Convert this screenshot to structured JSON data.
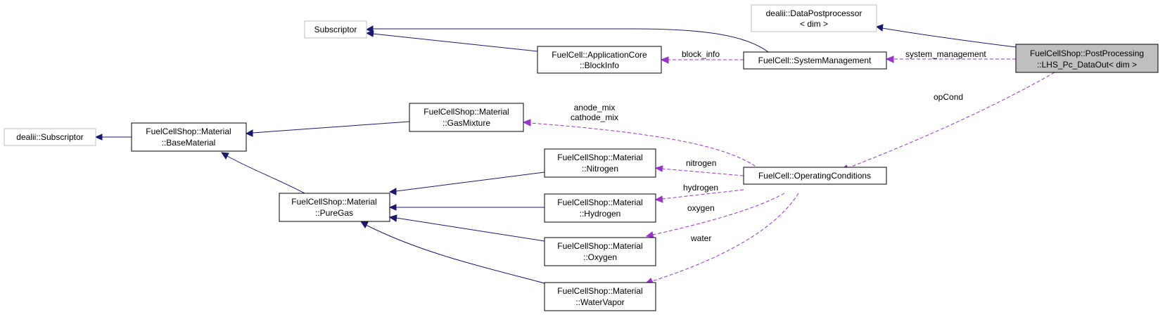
{
  "nodes": {
    "post_processing": [
      "FuelCellShop::PostProcessing",
      "::LHS_Pc_DataOut< dim >"
    ],
    "data_postprocessor": [
      "dealii::DataPostprocessor",
      "< dim >"
    ],
    "subscriptor": [
      "Subscriptor"
    ],
    "system_management": [
      "FuelCell::SystemManagement"
    ],
    "block_info": [
      "FuelCell::ApplicationCore",
      "::BlockInfo"
    ],
    "dealii_subscriptor": [
      "dealii::Subscriptor"
    ],
    "base_material": [
      "FuelCellShop::Material",
      "::BaseMaterial"
    ],
    "gas_mixture": [
      "FuelCellShop::Material",
      "::GasMixture"
    ],
    "pure_gas": [
      "FuelCellShop::Material",
      "::PureGas"
    ],
    "nitrogen": [
      "FuelCellShop::Material",
      "::Nitrogen"
    ],
    "hydrogen": [
      "FuelCellShop::Material",
      "::Hydrogen"
    ],
    "oxygen": [
      "FuelCellShop::Material",
      "::Oxygen"
    ],
    "water_vapor": [
      "FuelCellShop::Material",
      "::WaterVapor"
    ],
    "operating_conditions": [
      "FuelCell::OperatingConditions"
    ]
  },
  "edge_labels": {
    "system_management": "system_management",
    "block_info": "block_info",
    "op_cond": "opCond",
    "mix": [
      "anode_mix",
      "cathode_mix"
    ],
    "nitrogen": "nitrogen",
    "hydrogen": "hydrogen",
    "oxygen": "oxygen",
    "water": "water"
  },
  "colors": {
    "inheritance_edge": "#191970",
    "usage_edge": "#9a32cd",
    "focus_fill": "#bfbfbf",
    "external_border": "#bfbfbf"
  }
}
